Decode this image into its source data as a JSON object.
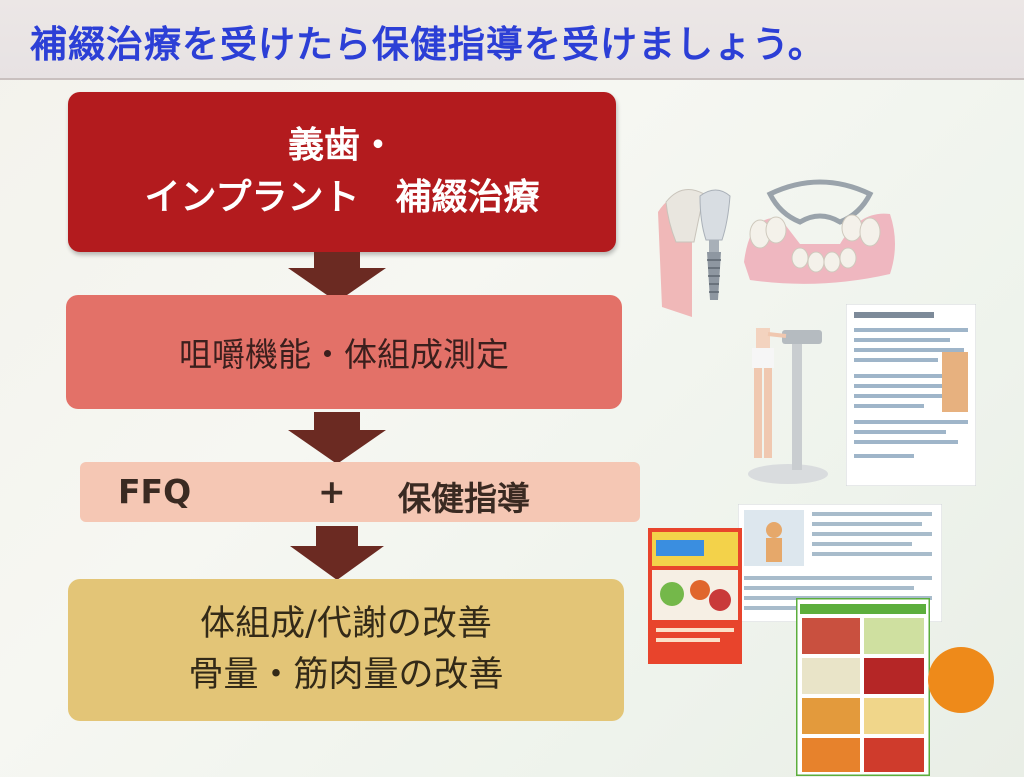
{
  "title": "補綴治療を受けたら保健指導を受けましょう。",
  "steps": [
    {
      "lines": [
        "義歯・",
        "インプラント　補綴治療"
      ]
    },
    {
      "lines": [
        "咀嚼機能・体組成測定"
      ]
    },
    {
      "parts": [
        "FFQ",
        "+",
        "保健指導"
      ]
    },
    {
      "lines": [
        "体組成/代謝の改善",
        "骨量・筋肉量の改善"
      ]
    }
  ],
  "colors": {
    "title": "#2c3fd6",
    "step1": "#b31b1e",
    "step2": "#e37168",
    "step3": "#f5c7b4",
    "step4": "#e3c577",
    "arrow": "#6b2a22",
    "accent_circle": "#ee8a1a"
  },
  "images": {
    "implant": "dental-implant-illustration",
    "denture": "partial-denture-illustration",
    "scale": "body-composition-scale-photo",
    "report": "measurement-report-sheet",
    "ffq_book": "ffq-booklet-cover",
    "ffq_sheet": "ffq-result-sheet",
    "food": "food-photo-collage"
  }
}
